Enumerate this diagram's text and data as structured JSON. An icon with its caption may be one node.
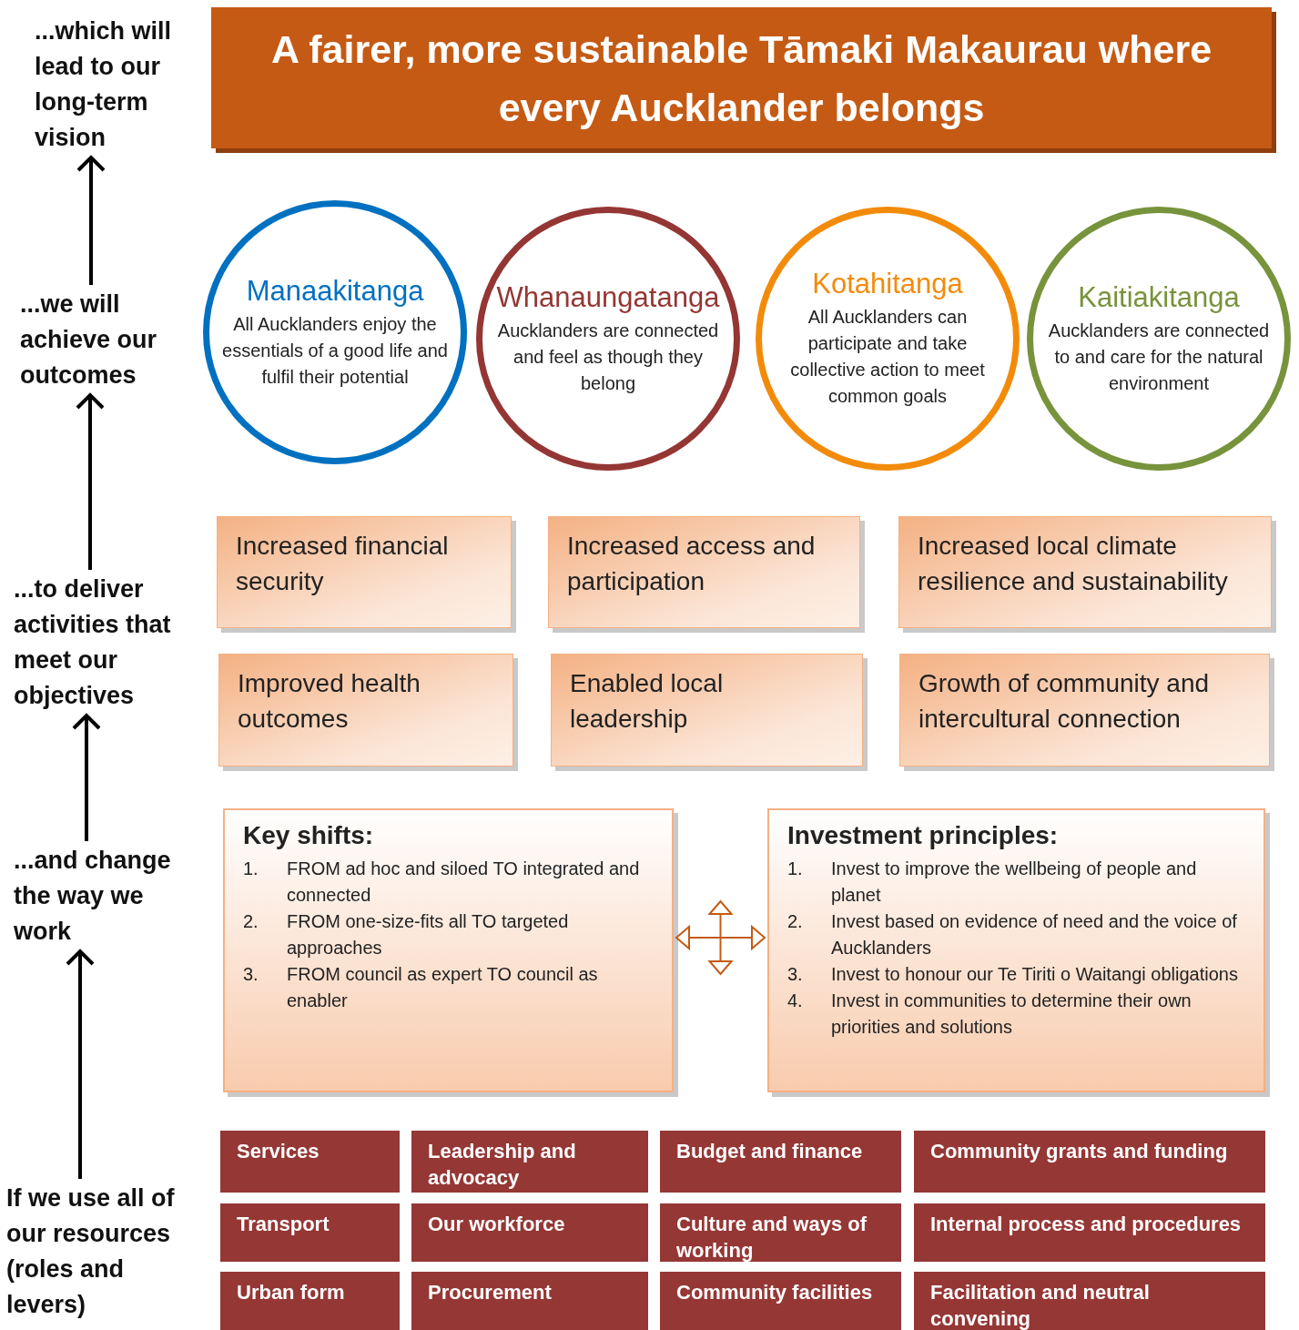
{
  "diagram": {
    "nodes": [
      {
        "text": [
          "...which will lead to our long-term vision"
        ]
      },
      {
        "text": [
          "A fairer, more sustainable Tāmaki Makaurau where every Aucklander belongs"
        ]
      },
      {
        "text": [
          "...we will achieve our outcomes"
        ]
      },
      {
        "text": [
          "Manaakitanga",
          "All Aucklanders enjoy the essentials of a good life and fulfil their potential"
        ]
      },
      {
        "text": [
          "Whanaungatanga",
          "Aucklanders are connected and feel as though they belong"
        ]
      },
      {
        "text": [
          "Kotahitanga",
          "All Aucklanders can participate and take collective action to meet common goals"
        ]
      },
      {
        "text": [
          "Kaitiakitanga",
          "Aucklanders are connected to and care for the natural environment"
        ]
      },
      {
        "text": [
          "...to deliver activities that meet our objectives"
        ]
      },
      {
        "text": [
          "Increased financial security"
        ]
      },
      {
        "text": [
          "Increased access and participation"
        ]
      },
      {
        "text": [
          "Increased local climate resilience and sustainability"
        ]
      },
      {
        "text": [
          "Improved health outcomes"
        ]
      },
      {
        "text": [
          "Enabled local leadership"
        ]
      },
      {
        "text": [
          "Growth of community and intercultural connection"
        ]
      },
      {
        "text": [
          "...and change the way we work"
        ]
      },
      {
        "text": [
          "Key shifts:",
          "1.",
          "FROM ad hoc and siloed TO integrated and connected",
          "2.",
          "FROM one-size-fits all TO targeted approaches",
          "3.",
          "FROM council as expert TO council as enabler"
        ]
      },
      {
        "text": [
          "Investment principles:",
          "1.",
          "Invest to improve the wellbeing of people and planet",
          "2.",
          "Invest based on evidence of need and the voice of Aucklanders",
          "3.",
          "Invest to honour our Te Tiriti o Waitangi obligations",
          "4.",
          "Invest in communities to determine their own priorities and solutions"
        ]
      },
      {
        "text": [
          "If we use all of our resources (roles and levers)"
        ]
      },
      {
        "text": [
          "Services"
        ]
      },
      {
        "text": [
          "Leadership and advocacy"
        ]
      },
      {
        "text": [
          "Budget and finance"
        ]
      },
      {
        "text": [
          "Community grants and funding"
        ]
      },
      {
        "text": [
          "Transport"
        ]
      },
      {
        "text": [
          "Our workforce"
        ]
      },
      {
        "text": [
          "Culture and ways of working"
        ]
      },
      {
        "text": [
          "Internal process and procedures"
        ]
      },
      {
        "text": [
          "Urban form"
        ]
      },
      {
        "text": [
          "Procurement"
        ]
      },
      {
        "text": [
          "Community facilities"
        ]
      },
      {
        "text": [
          "Facilitation and neutral convening"
        ]
      }
    ],
    "edges": [
      {
        "from": 17,
        "to": 14,
        "arrow": "to"
      },
      {
        "from": 14,
        "to": 7,
        "arrow": "to"
      },
      {
        "from": 7,
        "to": 2,
        "arrow": "to"
      },
      {
        "from": 2,
        "to": 0,
        "arrow": "to"
      },
      {
        "from": 15,
        "to": 16,
        "arrow": "both",
        "color": "#c55a14"
      }
    ]
  }
}
